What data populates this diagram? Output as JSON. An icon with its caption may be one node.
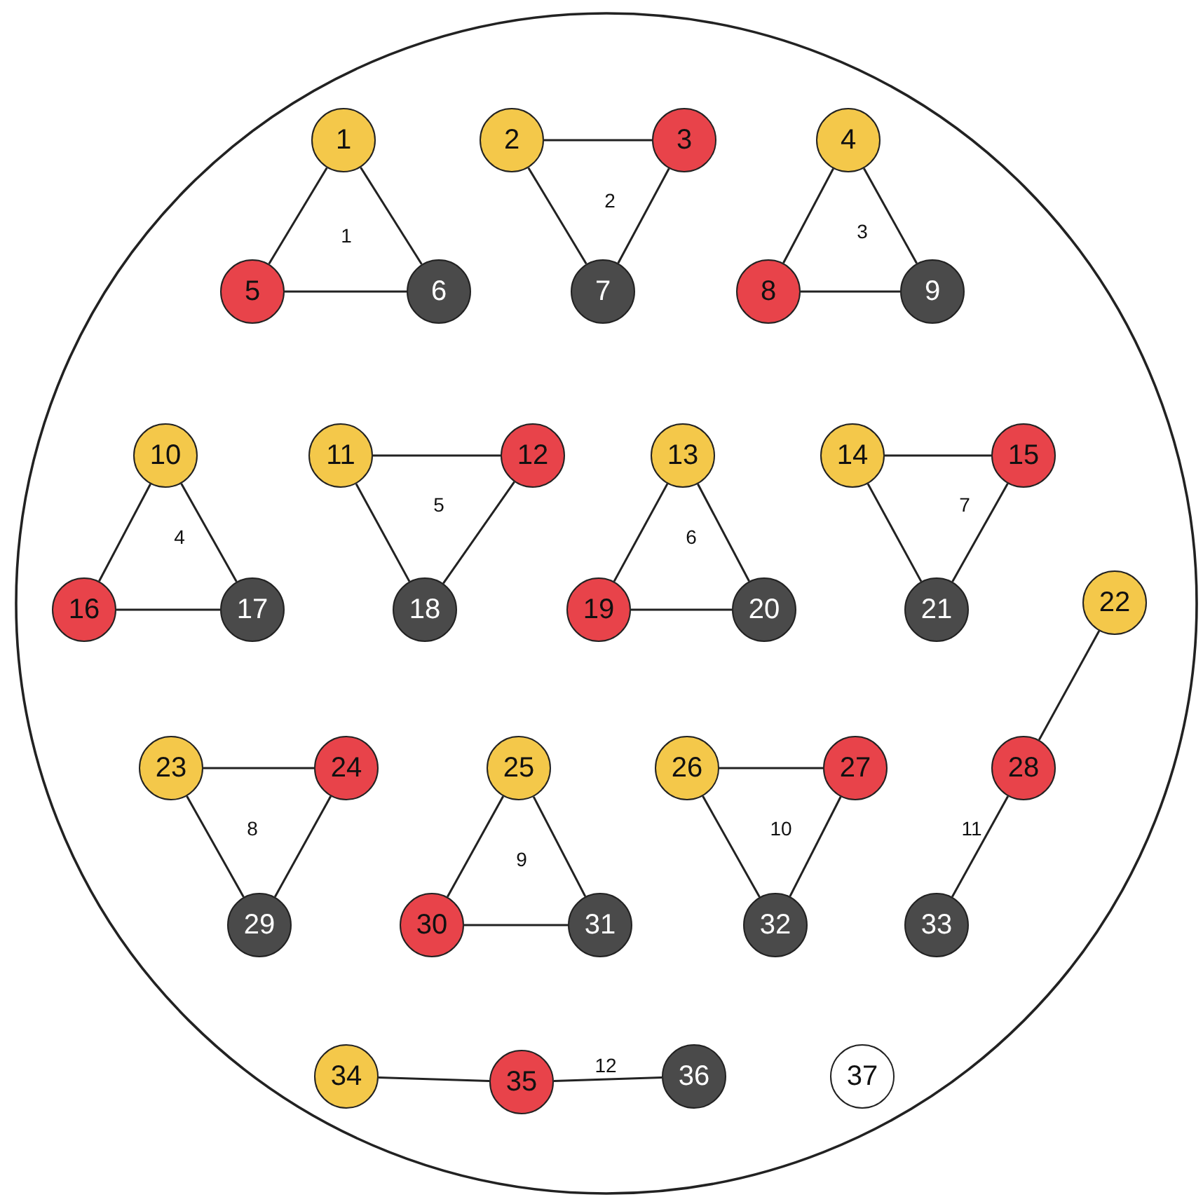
{
  "diagram": {
    "nodes": [
      {
        "text": [],
        "shape": "circle"
      },
      {
        "text": [
          "1"
        ],
        "in": 0
      },
      {
        "text": [
          "2"
        ],
        "in": 0
      },
      {
        "text": [
          "3"
        ],
        "in": 0
      },
      {
        "text": [
          "4"
        ],
        "in": 0
      },
      {
        "text": [
          "5"
        ],
        "in": 0
      },
      {
        "text": [
          "6"
        ],
        "in": 0
      },
      {
        "text": [
          "7"
        ],
        "in": 0
      },
      {
        "text": [
          "8"
        ],
        "in": 0
      },
      {
        "text": [
          "9"
        ],
        "in": 0
      },
      {
        "text": [
          "10"
        ],
        "in": 0
      },
      {
        "text": [
          "11"
        ],
        "in": 0
      },
      {
        "text": [
          "12"
        ],
        "in": 0
      },
      {
        "text": [
          "13"
        ],
        "in": 0
      },
      {
        "text": [
          "14"
        ],
        "in": 0
      },
      {
        "text": [
          "15"
        ],
        "in": 0
      },
      {
        "text": [
          "16"
        ],
        "in": 0
      },
      {
        "text": [
          "17"
        ],
        "in": 0
      },
      {
        "text": [
          "18"
        ],
        "in": 0
      },
      {
        "text": [
          "19"
        ],
        "in": 0
      },
      {
        "text": [
          "20"
        ],
        "in": 0
      },
      {
        "text": [
          "21"
        ],
        "in": 0
      },
      {
        "text": [
          "22"
        ],
        "in": 0
      },
      {
        "text": [
          "23"
        ],
        "in": 0
      },
      {
        "text": [
          "24"
        ],
        "in": 0
      },
      {
        "text": [
          "25"
        ],
        "in": 0
      },
      {
        "text": [
          "26"
        ],
        "in": 0
      },
      {
        "text": [
          "27"
        ],
        "in": 0
      },
      {
        "text": [
          "28"
        ],
        "in": 0
      },
      {
        "text": [
          "29"
        ],
        "in": 0
      },
      {
        "text": [
          "30"
        ],
        "in": 0
      },
      {
        "text": [
          "31"
        ],
        "in": 0
      },
      {
        "text": [
          "32"
        ],
        "in": 0
      },
      {
        "text": [
          "33"
        ],
        "in": 0
      },
      {
        "text": [
          "34"
        ],
        "in": 0
      },
      {
        "text": [
          "35"
        ],
        "in": 0
      },
      {
        "text": [
          "36"
        ],
        "in": 0
      },
      {
        "text": [
          "37"
        ],
        "in": 0
      }
    ],
    "edges": [
      {
        "from": 1,
        "to": 5,
        "arrow": "none"
      },
      {
        "from": 1,
        "to": 6,
        "arrow": "none"
      },
      {
        "from": 5,
        "to": 6,
        "arrow": "none"
      },
      {
        "from": 2,
        "to": 3,
        "arrow": "none"
      },
      {
        "from": 2,
        "to": 7,
        "arrow": "none"
      },
      {
        "from": 3,
        "to": 7,
        "arrow": "none"
      },
      {
        "from": 4,
        "to": 8,
        "arrow": "none"
      },
      {
        "from": 4,
        "to": 9,
        "arrow": "none"
      },
      {
        "from": 8,
        "to": 9,
        "arrow": "none"
      },
      {
        "from": 10,
        "to": 16,
        "arrow": "none"
      },
      {
        "from": 10,
        "to": 17,
        "arrow": "none"
      },
      {
        "from": 16,
        "to": 17,
        "arrow": "none"
      },
      {
        "from": 11,
        "to": 12,
        "arrow": "none"
      },
      {
        "from": 11,
        "to": 18,
        "arrow": "none"
      },
      {
        "from": 12,
        "to": 18,
        "arrow": "none"
      },
      {
        "from": 13,
        "to": 19,
        "arrow": "none"
      },
      {
        "from": 13,
        "to": 20,
        "arrow": "none"
      },
      {
        "from": 19,
        "to": 20,
        "arrow": "none"
      },
      {
        "from": 14,
        "to": 15,
        "arrow": "none"
      },
      {
        "from": 14,
        "to": 21,
        "arrow": "none"
      },
      {
        "from": 15,
        "to": 21,
        "arrow": "none"
      },
      {
        "from": 22,
        "to": 28,
        "arrow": "none"
      },
      {
        "from": 23,
        "to": 24,
        "arrow": "none"
      },
      {
        "from": 23,
        "to": 29,
        "arrow": "none"
      },
      {
        "from": 24,
        "to": 29,
        "arrow": "none"
      },
      {
        "from": 25,
        "to": 30,
        "arrow": "none"
      },
      {
        "from": 25,
        "to": 31,
        "arrow": "none"
      },
      {
        "from": 30,
        "to": 31,
        "arrow": "none"
      },
      {
        "from": 26,
        "to": 27,
        "arrow": "none"
      },
      {
        "from": 26,
        "to": 32,
        "arrow": "none"
      },
      {
        "from": 27,
        "to": 32,
        "arrow": "none"
      },
      {
        "from": 28,
        "to": 33,
        "arrow": "none"
      },
      {
        "from": 34,
        "to": 35,
        "arrow": "none"
      },
      {
        "from": 35,
        "to": 36,
        "arrow": "none"
      }
    ],
    "labels": [
      "1",
      "2",
      "3",
      "4",
      "5",
      "6",
      "7",
      "8",
      "9",
      "10",
      "11",
      "12"
    ]
  }
}
